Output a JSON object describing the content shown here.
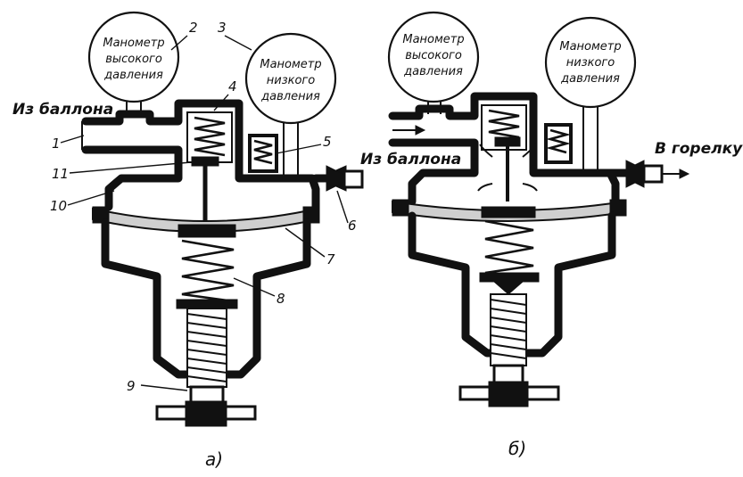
{
  "figure": {
    "gauges": {
      "high": [
        "Манометр",
        "высокого",
        "давления"
      ],
      "low": [
        "Манометр",
        "низкого",
        "давления"
      ]
    },
    "flow_labels": {
      "a_inlet": "Из баллона",
      "b_inlet": "Из баллона",
      "b_outlet": "В горелку"
    },
    "callouts": [
      "1",
      "2",
      "3",
      "4",
      "5",
      "6",
      "7",
      "8",
      "9",
      "10",
      "11"
    ],
    "subfigure_labels": [
      "а)",
      "б)"
    ]
  }
}
